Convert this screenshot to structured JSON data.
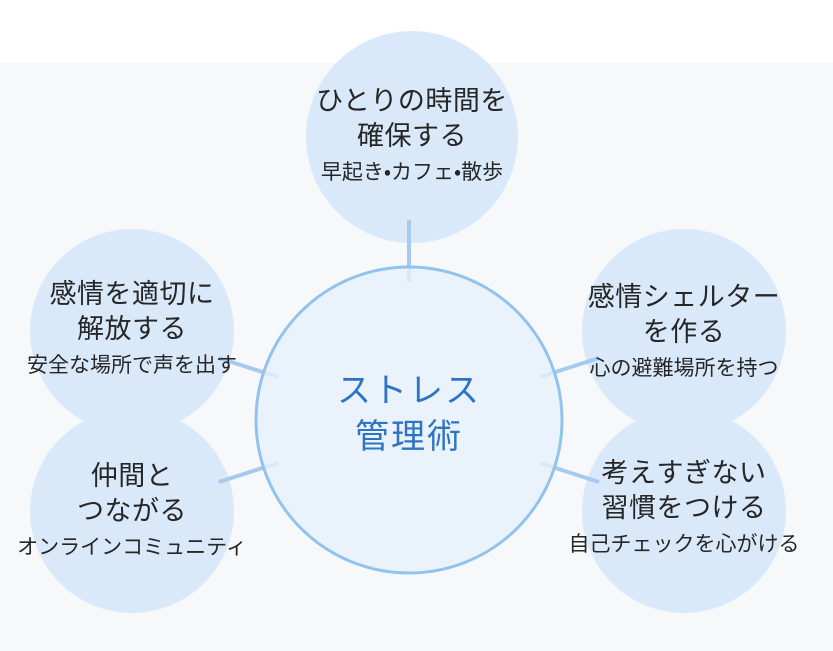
{
  "diagram": {
    "center": {
      "lines": [
        "ストレス",
        "管理術"
      ]
    },
    "nodes": [
      {
        "position": "top",
        "title_lines": [
          "ひとりの時間を",
          "確保する"
        ],
        "subtitle": "早起き・カフェ・散歩"
      },
      {
        "position": "left-upper",
        "title_lines": [
          "感情を適切に",
          "解放する"
        ],
        "subtitle": "安全な場所で声を出す"
      },
      {
        "position": "right-upper",
        "title_lines": [
          "感情シェルター",
          "を作る"
        ],
        "subtitle": "心の避難場所を持つ"
      },
      {
        "position": "left-lower",
        "title_lines": [
          "仲間と",
          "つながる"
        ],
        "subtitle": "オンラインコミュニティ"
      },
      {
        "position": "right-lower",
        "title_lines": [
          "考えすぎない",
          "習慣をつける"
        ],
        "subtitle": "自己チェックを心がける"
      }
    ],
    "colors": {
      "background_top_band": "#ffffff",
      "background_main": "#f7f8fa",
      "satellite_fill": "#d9e9fa",
      "center_fill": "#e7f1fb",
      "center_border": "#92c3ee",
      "connector": "#a6cbee",
      "heading_text": "#262626",
      "center_text": "#2e74c6"
    }
  }
}
